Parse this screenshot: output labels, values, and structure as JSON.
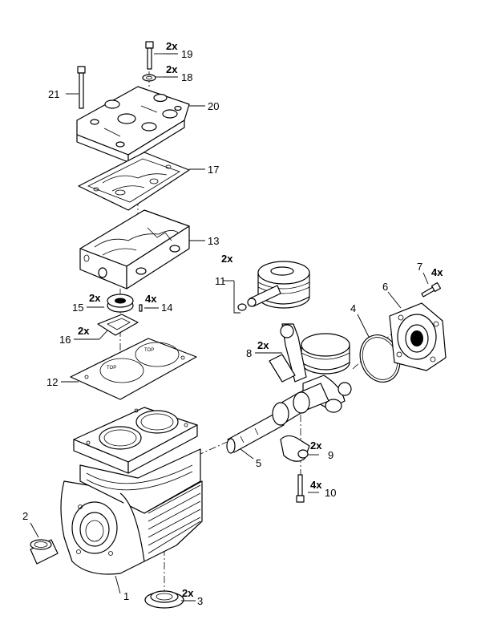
{
  "callouts": [
    {
      "num": "1",
      "qty": ""
    },
    {
      "num": "2",
      "qty": ""
    },
    {
      "num": "3",
      "qty": "2x"
    },
    {
      "num": "4",
      "qty": ""
    },
    {
      "num": "5",
      "qty": ""
    },
    {
      "num": "6",
      "qty": ""
    },
    {
      "num": "7",
      "qty": "4x"
    },
    {
      "num": "8",
      "qty": "2x"
    },
    {
      "num": "9",
      "qty": "2x"
    },
    {
      "num": "10",
      "qty": "4x"
    },
    {
      "num": "11",
      "qty": "2x"
    },
    {
      "num": "12",
      "qty": ""
    },
    {
      "num": "13",
      "qty": ""
    },
    {
      "num": "14",
      "qty": "4x"
    },
    {
      "num": "15",
      "qty": "2x"
    },
    {
      "num": "16",
      "qty": "2x"
    },
    {
      "num": "17",
      "qty": ""
    },
    {
      "num": "18",
      "qty": "2x"
    },
    {
      "num": "19",
      "qty": "2x"
    },
    {
      "num": "20",
      "qty": ""
    },
    {
      "num": "21",
      "qty": ""
    }
  ],
  "gasket_marks": [
    "TOP",
    "TOP"
  ]
}
